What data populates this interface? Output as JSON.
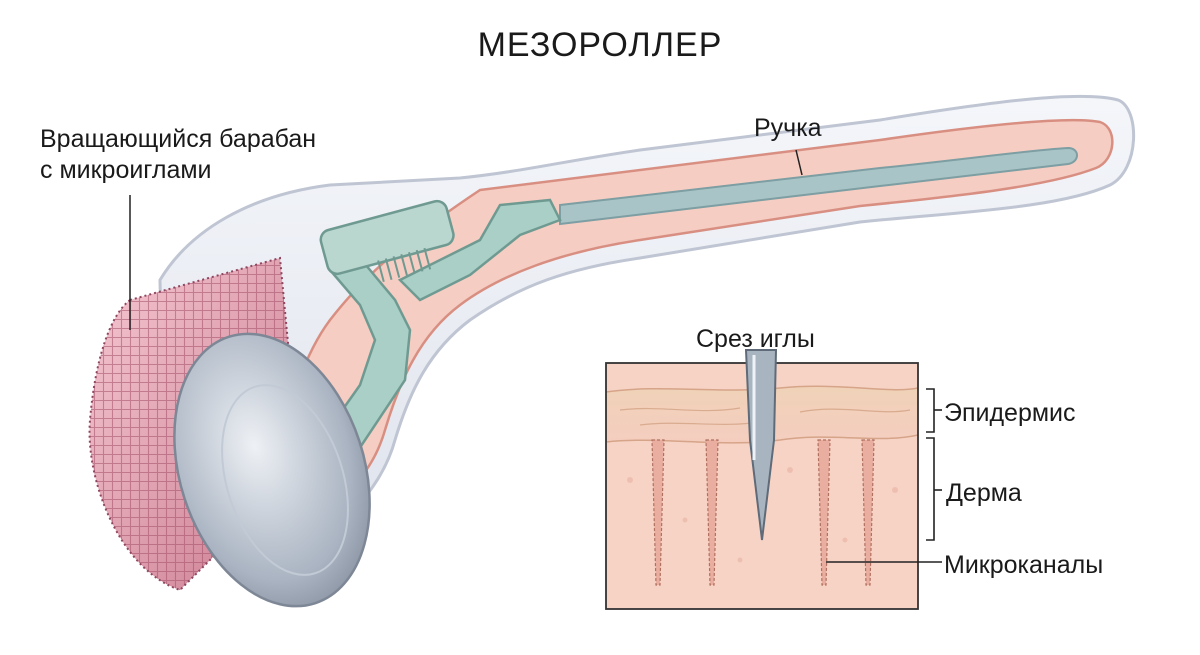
{
  "title": "МЕЗОРОЛЛЕР",
  "labels": {
    "drum_line1": "Вращающийся барабан",
    "drum_line2": "с микроиглами",
    "handle": "Ручка",
    "needle_cut": "Срез иглы",
    "epidermis": "Эпидермис",
    "derma": "Дерма",
    "microchannels": "Микроканалы"
  },
  "colors": {
    "skin": "#f3c9b7",
    "epidermis": "#efc8a8",
    "metal": "#a8b4c0",
    "frame": "#a9cfc6",
    "handle_outline": "#c7ccd8"
  }
}
